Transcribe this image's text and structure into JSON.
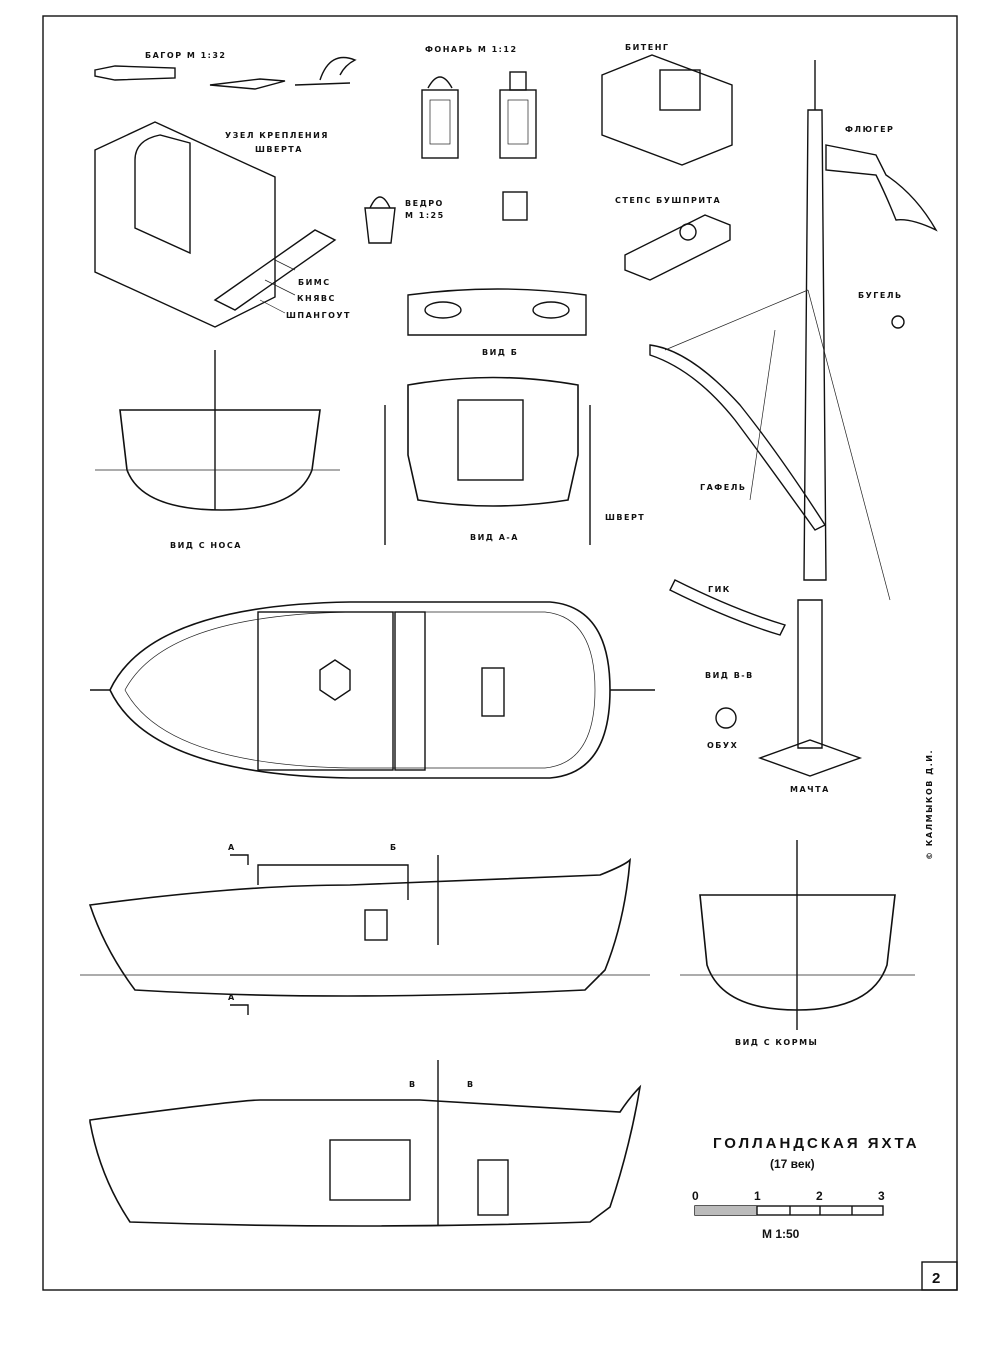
{
  "labels": {
    "bagor": "БАГОР  М 1:32",
    "fonar": "ФОНАРЬ  М 1:12",
    "biteng": "БИТЕНГ",
    "uzel1": "УЗЕЛ  КРЕПЛЕНИЯ",
    "uzel2": "ШВЕРТА",
    "fluger": "ФЛЮГЕР",
    "vedro1": "ВЕДРО",
    "vedro2": "М 1:25",
    "steps": "СТЕПС  БУШПРИТА",
    "bims": "БИМС",
    "knyavs": "КНЯВС",
    "shpangout": "ШПАНГОУТ",
    "bugel": "БУГЕЛЬ",
    "vid_b": "ВИД  Б",
    "vid_nos": "ВИД  С  НОСА",
    "vid_aa": "ВИД  А-А",
    "shvert": "ШВЕРТ",
    "gafel": "ГАФЕЛЬ",
    "gik": "ГИК",
    "vid_vv": "ВИД  В-В",
    "obukh": "ОБУХ",
    "machta": "МАЧТА",
    "author": "© КАЛМЫКОВ Д.И.",
    "sec_a": "А",
    "sec_b": "Б",
    "sec_v": "В",
    "vid_korma": "ВИД  С  КОРМЫ"
  },
  "title": {
    "name": "ГОЛЛАНДСКАЯ   ЯХТА",
    "century": "(17 век)",
    "scale_ticks": [
      "0",
      "1",
      "2",
      "3"
    ],
    "scale": "М 1:50",
    "page": "2"
  }
}
